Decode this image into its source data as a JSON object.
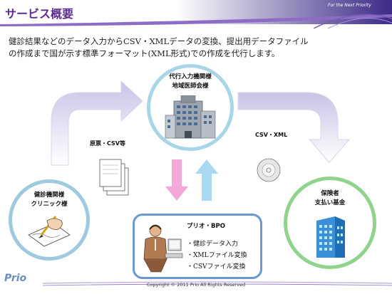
{
  "header": {
    "title": "サービス概要",
    "tagline": "For the Next Priority"
  },
  "description": {
    "line1": "健診結果などのデータ入力からCSV・XMLデータの変換、提出用データファイル",
    "line2": "の作成まで国が示す標準フォーマット(XML形式)での作成を代行します。"
  },
  "nodes": {
    "agency": {
      "line1": "代行入力機関様",
      "line2": "地域医師会様",
      "icon": "office-building-icon"
    },
    "clinic": {
      "line1": "健診機関様",
      "line2": "クリニック様",
      "icon": "hand-writing-icon"
    },
    "payer": {
      "line1": "保険者",
      "line2": "支払い基金",
      "icon": "blue-building-icon"
    },
    "bpo": {
      "title": "プリオ・BPO",
      "items": [
        "・健診データ入力",
        "・XMLファイル変換",
        "・CSVファイル変換"
      ],
      "icon": "operator-at-computer-icon"
    }
  },
  "flows": {
    "documents": "原票・CSV等",
    "csv_xml": "CSV・XML"
  },
  "footer": {
    "copyright": "Copyright © 2011 Prio All Rights Reserved",
    "logo": "Prio"
  },
  "colors": {
    "title": "#5b2c91",
    "arrow": "#c9c6e6",
    "pink_arrow": "#f2a6d6",
    "blue_arrow": "#a6d6f0",
    "bpo_border": "#6a98cf"
  }
}
